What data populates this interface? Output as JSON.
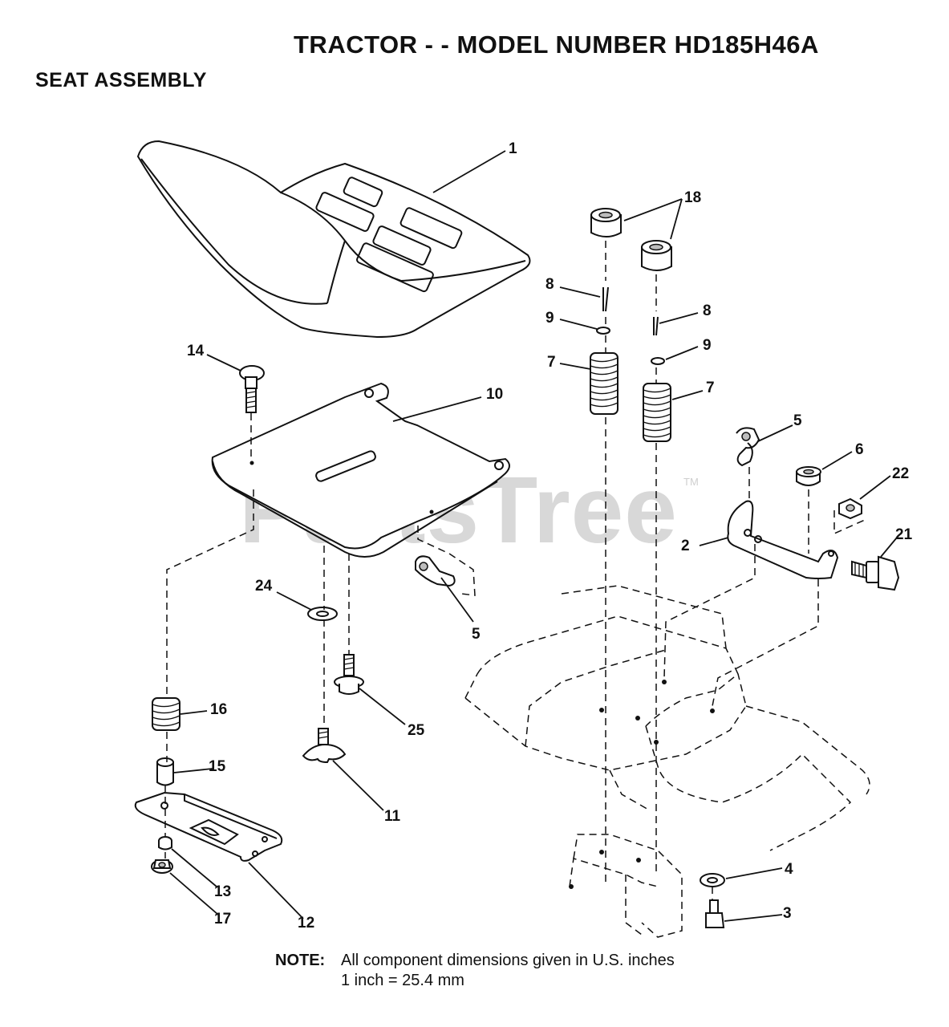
{
  "header": {
    "title": "TRACTOR - - MODEL NUMBER HD185H46A",
    "section": "SEAT ASSEMBLY"
  },
  "watermark": {
    "text": "PartsTree",
    "mark": "TM"
  },
  "callouts": {
    "c1": "1",
    "c18": "18",
    "c8a": "8",
    "c8b": "8",
    "c9a": "9",
    "c9b": "9",
    "c7a": "7",
    "c7b": "7",
    "c14": "14",
    "c10": "10",
    "c5a": "5",
    "c5b": "5",
    "c6": "6",
    "c22": "22",
    "c2": "2",
    "c21": "21",
    "c24": "24",
    "c25": "25",
    "c16": "16",
    "c15": "15",
    "c11": "11",
    "c4": "4",
    "c3": "3",
    "c13": "13",
    "c17": "17",
    "c12": "12"
  },
  "note": {
    "label": "NOTE:",
    "text": "All component dimensions given in U.S. inches",
    "conversion": "1 inch = 25.4 mm"
  }
}
